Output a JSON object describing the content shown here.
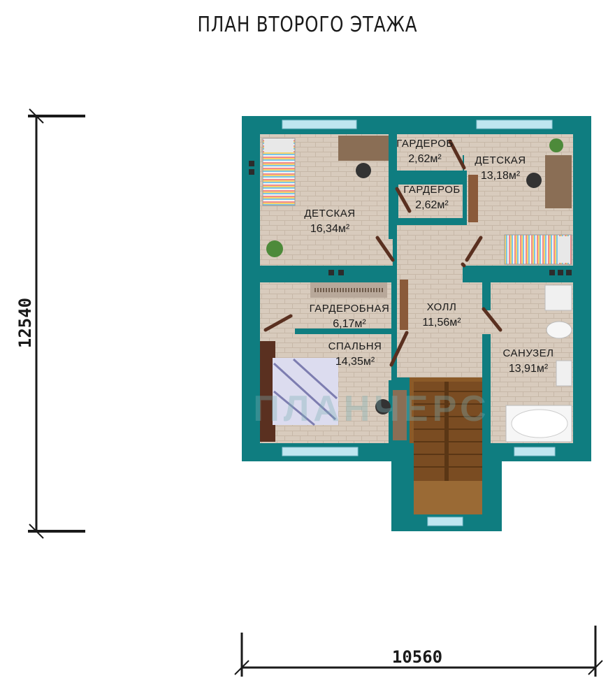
{
  "title": "ПЛАН ВТОРОГО ЭТАЖА",
  "dimensions": {
    "height": "12540",
    "width": "10560"
  },
  "rooms": [
    {
      "name": "ДЕТСКАЯ",
      "area": "16,34м²"
    },
    {
      "name": "ГАРДЕРОБ",
      "area": "2,62м²"
    },
    {
      "name": "ГАРДЕРОБ",
      "area": "2,62м²"
    },
    {
      "name": "ДЕТСКАЯ",
      "area": "13,18м²"
    },
    {
      "name": "ГАРДЕРОБНАЯ",
      "area": "6,17м²"
    },
    {
      "name": "ХОЛЛ",
      "area": "11,56м²"
    },
    {
      "name": "СПАЛЬНЯ",
      "area": "14,35м²"
    },
    {
      "name": "САНУЗЕЛ",
      "area": "13,91м²"
    }
  ],
  "watermark": "ПЛАНЧЕРС",
  "colors": {
    "wall": "#0f7d80",
    "floor": "#d8cbbd",
    "stairs": "#8b5a28",
    "window": "#bfe6f0"
  }
}
